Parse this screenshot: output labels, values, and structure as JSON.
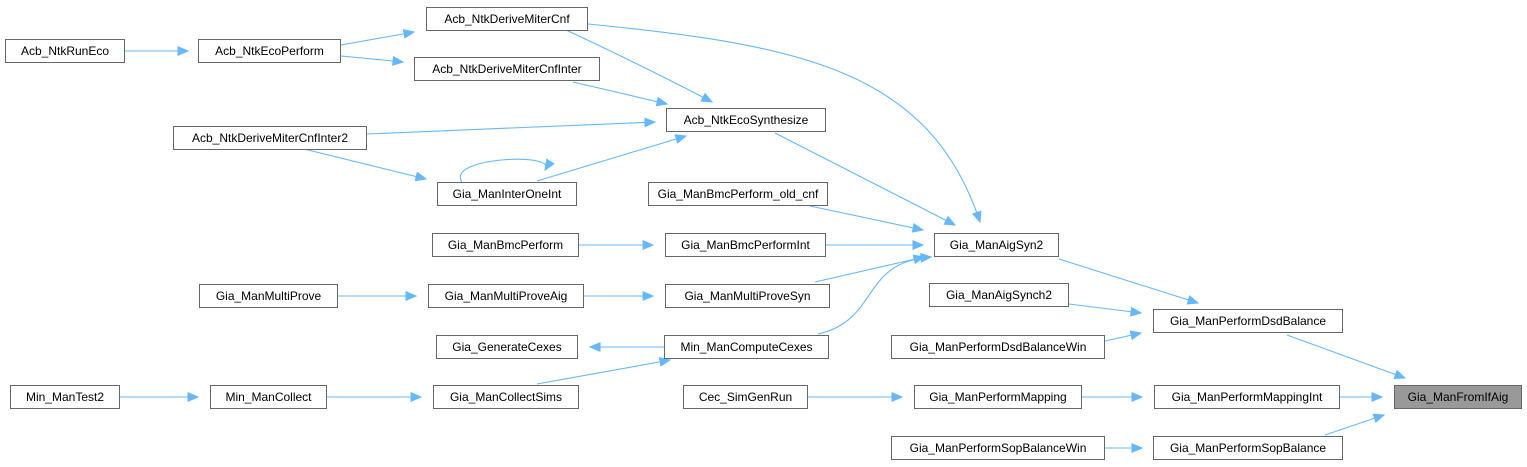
{
  "graph": {
    "edge_color": "#63b8ff",
    "node_border_color": "#666666",
    "root_fill_color": "#999999",
    "nodes": {
      "runeco": "Acb_NtkRunEco",
      "ecoperf": "Acb_NtkEcoPerform",
      "dmcnf": "Acb_NtkDeriveMiterCnf",
      "dmcnfi": "Acb_NtkDeriveMiterCnfInter",
      "dmcnfi2": "Acb_NtkDeriveMiterCnfInter2",
      "ecosyn": "Acb_NtkEcoSynthesize",
      "interone": "Gia_ManInterOneInt",
      "bmcold": "Gia_ManBmcPerform_old_cnf",
      "bmcperf": "Gia_ManBmcPerform",
      "bmcint": "Gia_ManBmcPerformInt",
      "aigsyn2": "Gia_ManAigSyn2",
      "multiprove": "Gia_ManMultiProve",
      "multiaig": "Gia_ManMultiProveAig",
      "multisyn": "Gia_ManMultiProveSyn",
      "synch2": "Gia_ManAigSynch2",
      "dsdbal": "Gia_ManPerformDsdBalance",
      "dsdwin": "Gia_ManPerformDsdBalanceWin",
      "gencex": "Gia_GenerateCexes",
      "mincex": "Min_ManComputeCexes",
      "test2": "Min_ManTest2",
      "collect": "Min_ManCollect",
      "collsims": "Gia_ManCollectSims",
      "simgen": "Cec_SimGenRun",
      "mapping": "Gia_ManPerformMapping",
      "mapint": "Gia_ManPerformMappingInt",
      "fromif": "Gia_ManFromIfAig",
      "sopwin": "Gia_ManPerformSopBalanceWin",
      "sopbal": "Gia_ManPerformSopBalance"
    }
  }
}
